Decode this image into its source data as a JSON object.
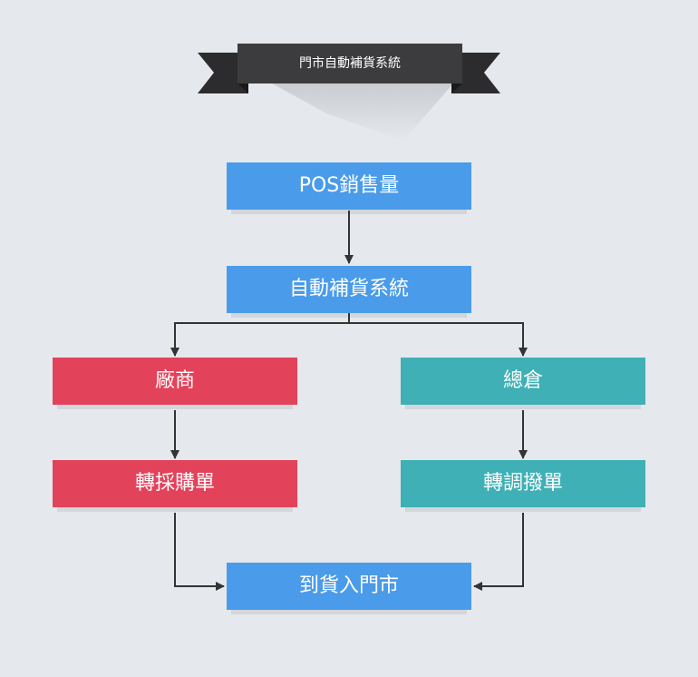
{
  "ribbon": {
    "title": "門市自動補貨系統"
  },
  "nodes": {
    "pos_sales": "POS銷售量",
    "auto_replenish": "自動補貨系統",
    "vendor": "廠商",
    "warehouse": "總倉",
    "purchase_order": "轉採購單",
    "transfer_order": "轉調撥單",
    "arrival_store": "到貨入門市"
  },
  "colors": {
    "blue": "#4a9be9",
    "red": "#e3425b",
    "teal": "#3fb0b5",
    "ribbon": "#3c3c3e",
    "arrow": "#333333",
    "background": "#e5e8ec"
  }
}
